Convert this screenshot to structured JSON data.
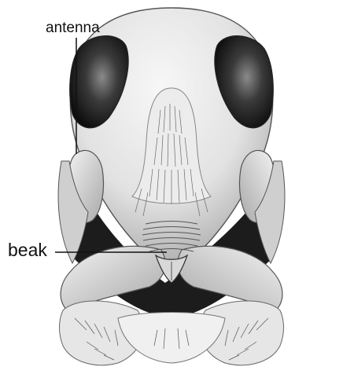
{
  "figure": {
    "subject": "insect-head-front-view",
    "labels": {
      "antenna": "antenna",
      "beak": "beak"
    },
    "colors": {
      "background": "#ffffff",
      "ink": "#111111",
      "head_light": "#f4f4f4",
      "head_shade": "#bdbdbd",
      "eye_dark": "#1a1a1a",
      "shadow": "#222222"
    }
  }
}
